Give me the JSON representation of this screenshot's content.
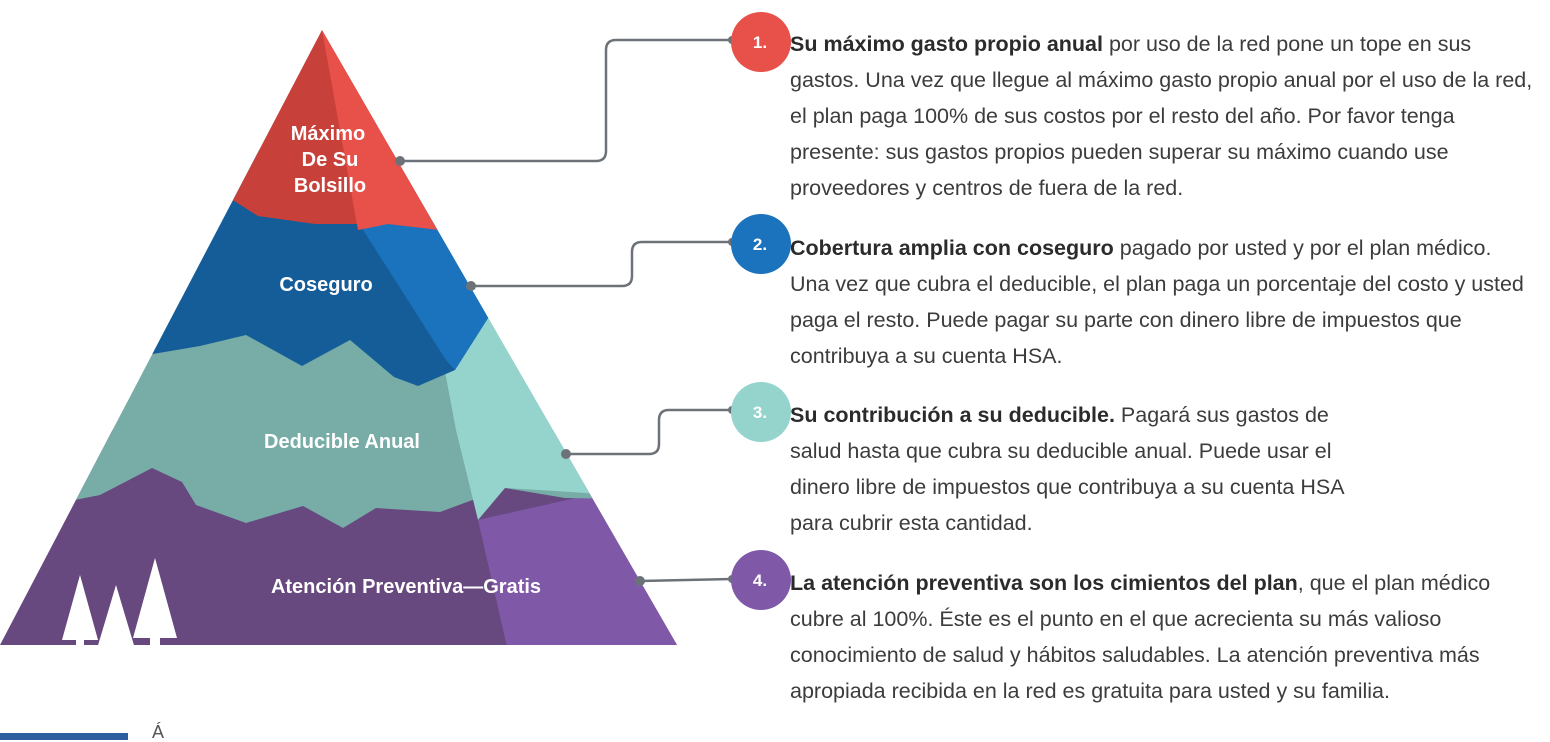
{
  "colors": {
    "red_dark": "#c7403a",
    "red_light": "#e8504a",
    "blue_dark": "#155d98",
    "blue_light": "#1b73bd",
    "teal_dark": "#77ada6",
    "teal_light": "#95d4cc",
    "purple_dark": "#67487f",
    "purple_light": "#8058a8",
    "connector": "#6d7279",
    "body_text": "#3c3c3c"
  },
  "pyramid": {
    "top_label_lines": [
      "Máximo",
      "De Su",
      "Bolsillo"
    ],
    "coinsurance_label": "Coseguro",
    "deductible_label": "Deducible Anual",
    "preventive_label": "Atención Preventiva—Gratis",
    "tree_icon": "pine-tree-icon"
  },
  "items": [
    {
      "number": "1.",
      "bold": "Su máximo gasto propio anual",
      "text": " por uso de la red pone un tope en sus gastos. Una vez que llegue al máximo gasto propio anual por el uso de la red, el plan paga 100% de sus costos por el resto del año. Por favor tenga presente: sus gastos propios pueden superar su máximo cuando use proveedores y centros de fuera de la red."
    },
    {
      "number": "2.",
      "bold": "Cobertura amplia con coseguro",
      "text": " pagado por usted y por el plan médico. Una vez que cubra el deducible, el plan paga un porcentaje del costo y usted paga el resto. Puede pagar su parte con dinero libre de impuestos que contribuya a su cuenta HSA."
    },
    {
      "number": "3.",
      "bold": "Su contribución a su deducible.",
      "text": " Pagará sus gastos de salud hasta que cubra su deducible anual. Puede usar el dinero libre de impuestos que contribuya a su cuenta HSA para cubrir esta cantidad."
    },
    {
      "number": "4.",
      "bold": "La atención preventiva son los cimientos del plan",
      "text": ", que el plan médico cubre al 100%. Éste es el punto en el que acrecienta su más valioso conocimiento de salud y hábitos saludables. La atención preventiva más apropiada recibida en la red es gratuita para usted y su familia."
    }
  ],
  "footer": {
    "text": "Á"
  }
}
